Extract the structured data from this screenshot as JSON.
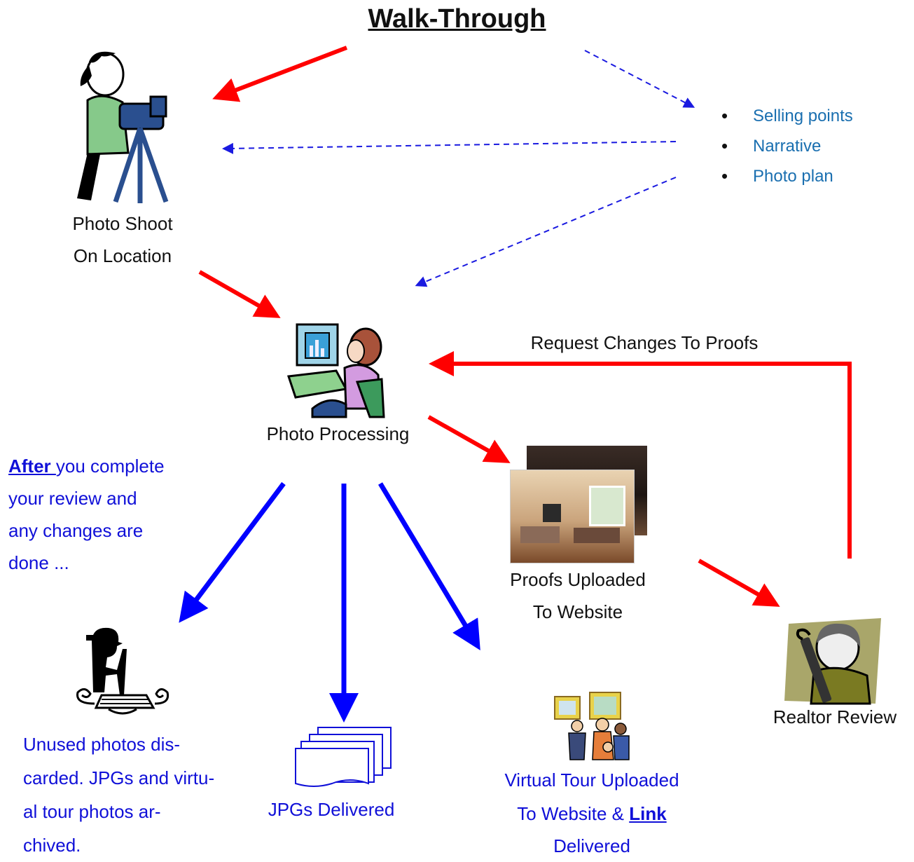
{
  "title": "Walk-Through",
  "walkthrough_points": [
    "Selling points",
    "Narrative",
    "Photo plan"
  ],
  "labels": {
    "photo_shoot_1": "Photo Shoot",
    "photo_shoot_2": "On Location",
    "photo_processing": "Photo Processing",
    "request_changes": "Request Changes To Proofs",
    "proofs_1": "Proofs Uploaded",
    "proofs_2": "To Website",
    "realtor_review": "Realtor Review",
    "jpgs_delivered": "JPGs Delivered",
    "virtual_tour_1": "Virtual Tour Uploaded",
    "virtual_tour_2a": "To Website & ",
    "virtual_tour_link": "Link",
    "virtual_tour_3": "Delivered"
  },
  "after_note": {
    "lead": "After ",
    "rest1": "you complete",
    "line2": "your review and",
    "line3": "any changes are",
    "line4": "done ..."
  },
  "unused_note": {
    "line1": "Unused photos dis-",
    "line2": "carded.  JPGs and virtu-",
    "line3": "al tour photos ar-",
    "line4": "chived."
  },
  "colors": {
    "flow_red": "#ff0000",
    "flow_blue": "#0000ff",
    "dashed_blue": "#1a1ae0",
    "text_blue": "#1010d8",
    "list_teal": "#1a6fb0"
  },
  "icons": [
    "photographer-icon",
    "computer-user-icon",
    "proof-photos-icon",
    "realtor-film-icon",
    "sweeper-icon",
    "documents-icon",
    "gallery-people-icon"
  ]
}
